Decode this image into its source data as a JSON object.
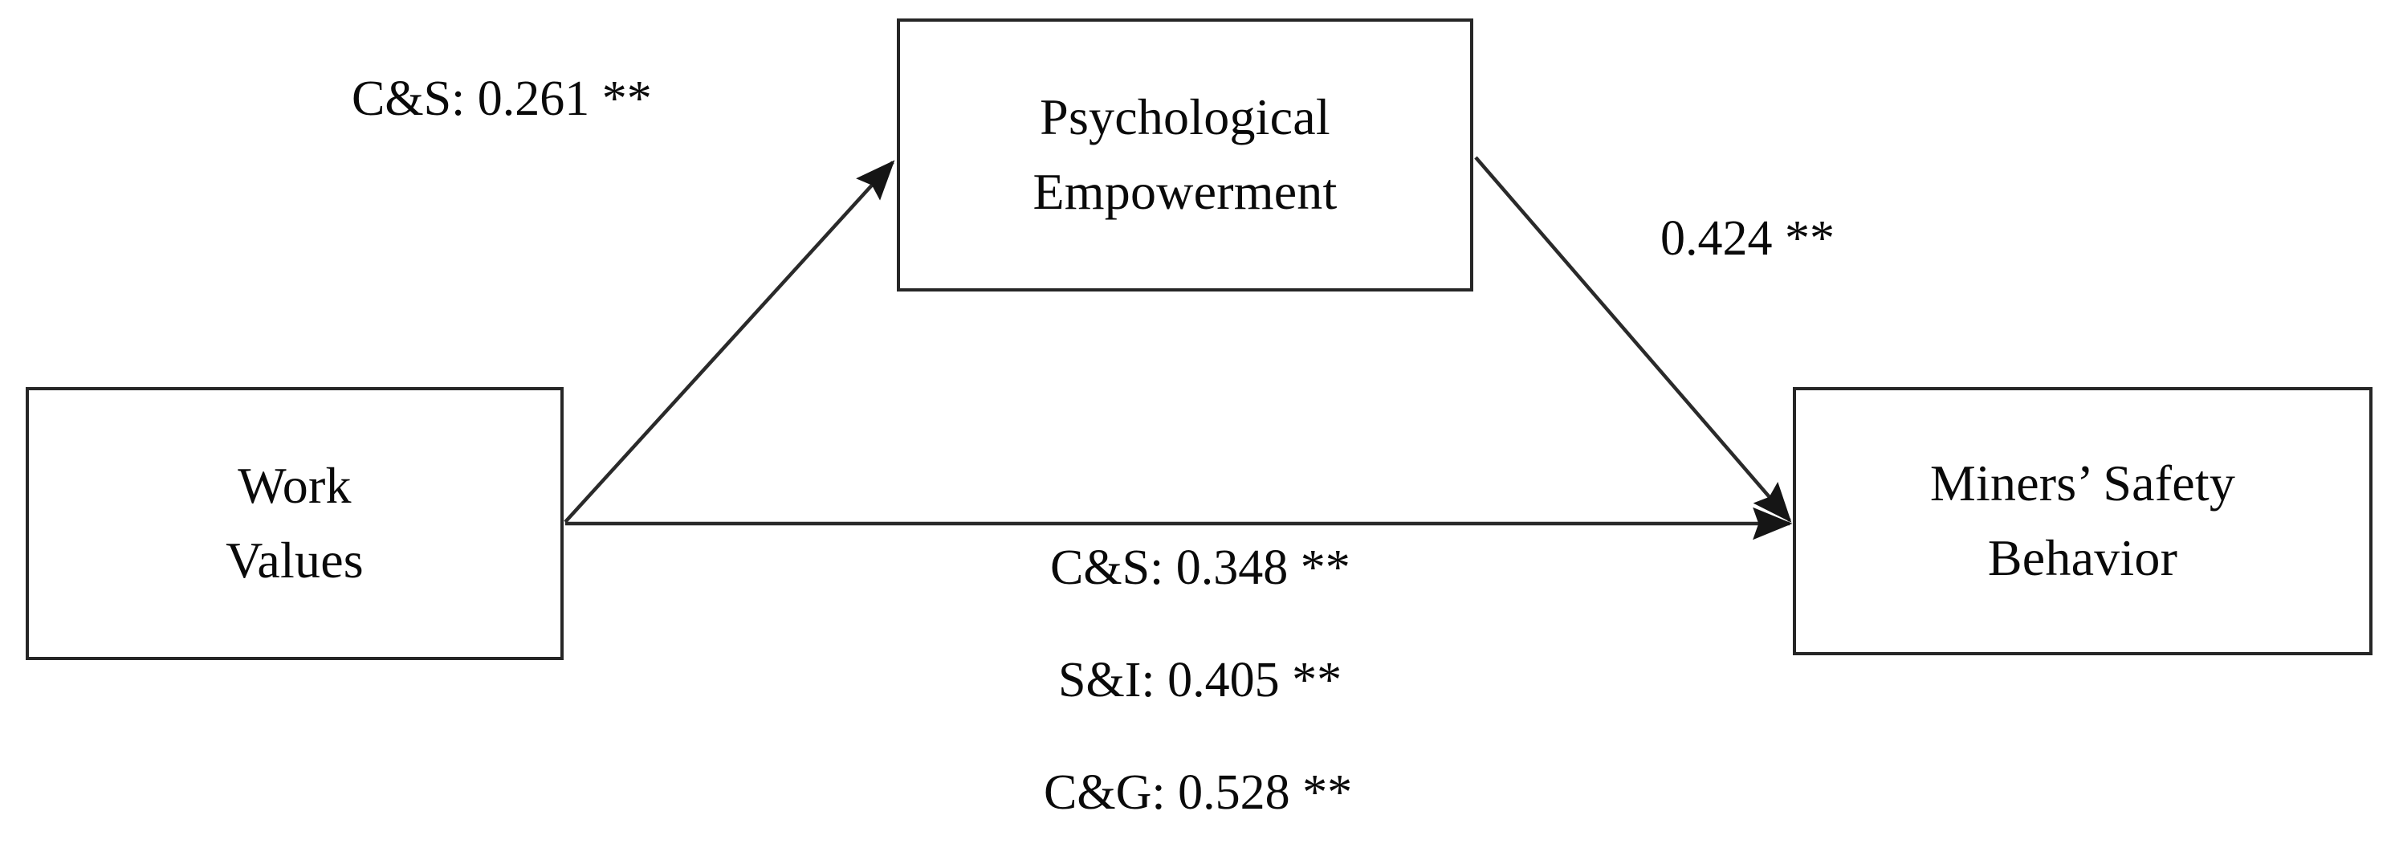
{
  "figure": {
    "type": "path-diagram",
    "background_color": "#ffffff",
    "stroke_color": "#262626",
    "text_color": "#0a0a0a"
  },
  "nodes": [
    {
      "id": "work-values",
      "lines": [
        "Work",
        "Values"
      ],
      "line1": "Work",
      "line2": "Values"
    },
    {
      "id": "psychological-empowerment",
      "lines": [
        "Psychological",
        "Empowerment"
      ],
      "line1": "Psychological",
      "line2": "Empowerment"
    },
    {
      "id": "miners-safety-behavior",
      "lines": [
        "Miners’ Safety",
        "Behavior"
      ],
      "line1": "Miners’ Safety",
      "line2": "Behavior"
    }
  ],
  "edges": [
    {
      "id": "work-values-to-psychological-empowerment",
      "from": "work-values",
      "to": "psychological-empowerment",
      "labels": [
        "C&S: 0.261 **"
      ],
      "label1": "C&S: 0.261 **"
    },
    {
      "id": "psychological-empowerment-to-miners-safety-behavior",
      "from": "psychological-empowerment",
      "to": "miners-safety-behavior",
      "labels": [
        "0.424 **"
      ],
      "label1": "0.424 **"
    },
    {
      "id": "work-values-to-miners-safety-behavior",
      "from": "work-values",
      "to": "miners-safety-behavior",
      "labels": [
        "C&S: 0.348 **",
        "S&I: 0.405 **",
        "C&G: 0.528 **"
      ],
      "label1": "C&S: 0.348 **",
      "label2": "S&I: 0.405 **",
      "label3": "C&G: 0.528 **"
    }
  ],
  "chart_data": {
    "type": "diagram",
    "title": "",
    "nodes": [
      "Work Values",
      "Psychological Empowerment",
      "Miners’ Safety Behavior"
    ],
    "paths": [
      {
        "source": "Work Values",
        "target": "Psychological Empowerment",
        "coefficients": [
          {
            "predictor": "C&S",
            "value": 0.261,
            "significance": "**"
          }
        ]
      },
      {
        "source": "Psychological Empowerment",
        "target": "Miners’ Safety Behavior",
        "coefficients": [
          {
            "predictor": "",
            "value": 0.424,
            "significance": "**"
          }
        ]
      },
      {
        "source": "Work Values",
        "target": "Miners’ Safety Behavior",
        "coefficients": [
          {
            "predictor": "C&S",
            "value": 0.348,
            "significance": "**"
          },
          {
            "predictor": "S&I",
            "value": 0.405,
            "significance": "**"
          },
          {
            "predictor": "C&G",
            "value": 0.528,
            "significance": "**"
          }
        ]
      }
    ]
  }
}
